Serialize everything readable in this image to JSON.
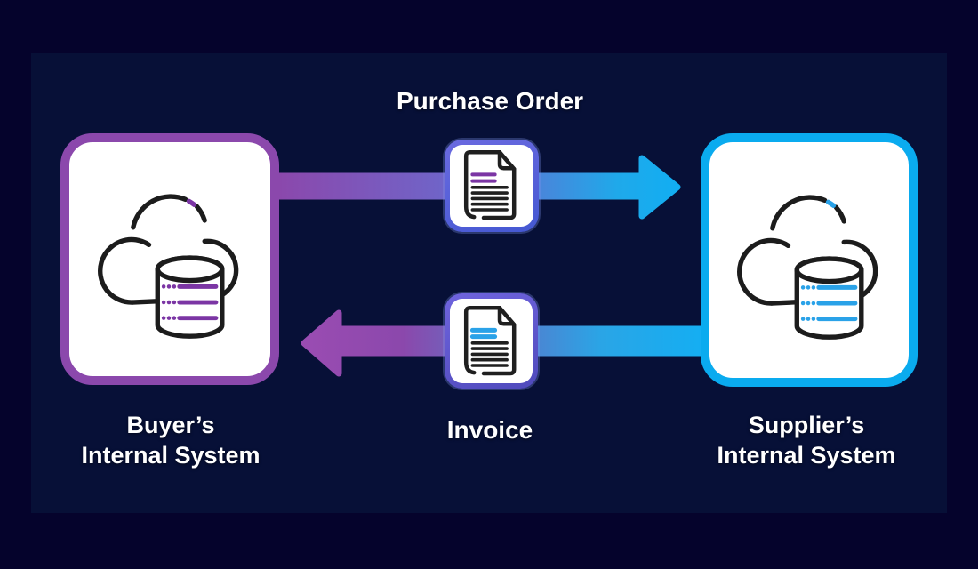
{
  "diagram": {
    "top_flow": {
      "label": "Purchase Order"
    },
    "bottom_flow": {
      "label": "Invoice"
    },
    "buyer": {
      "line1": "Buyer’s",
      "line2": "Internal System"
    },
    "supplier": {
      "line1": "Supplier’s",
      "line2": "Internal System"
    }
  },
  "colors": {
    "background_outer": "#05032c",
    "background_panel": "#071037",
    "buyer_box_border": "#8b48ac",
    "supplier_box_border": "#0aabef",
    "arrow_purple": "#8b48ac",
    "arrow_blue": "#15aaec",
    "document_box_border": "#4d5ed6",
    "icon_outline": "#1c1c1c",
    "buyer_icon_accent": "#7b35a4",
    "supplier_icon_accent": "#2aa2e8",
    "label_text": "#ffffff"
  },
  "icons": {
    "buyer_icon": "cloud-database-icon",
    "supplier_icon": "cloud-database-icon",
    "purchase_order_icon": "document-icon",
    "invoice_icon": "document-icon",
    "top_arrow": "arrow-right-icon",
    "bottom_arrow": "arrow-left-icon"
  }
}
